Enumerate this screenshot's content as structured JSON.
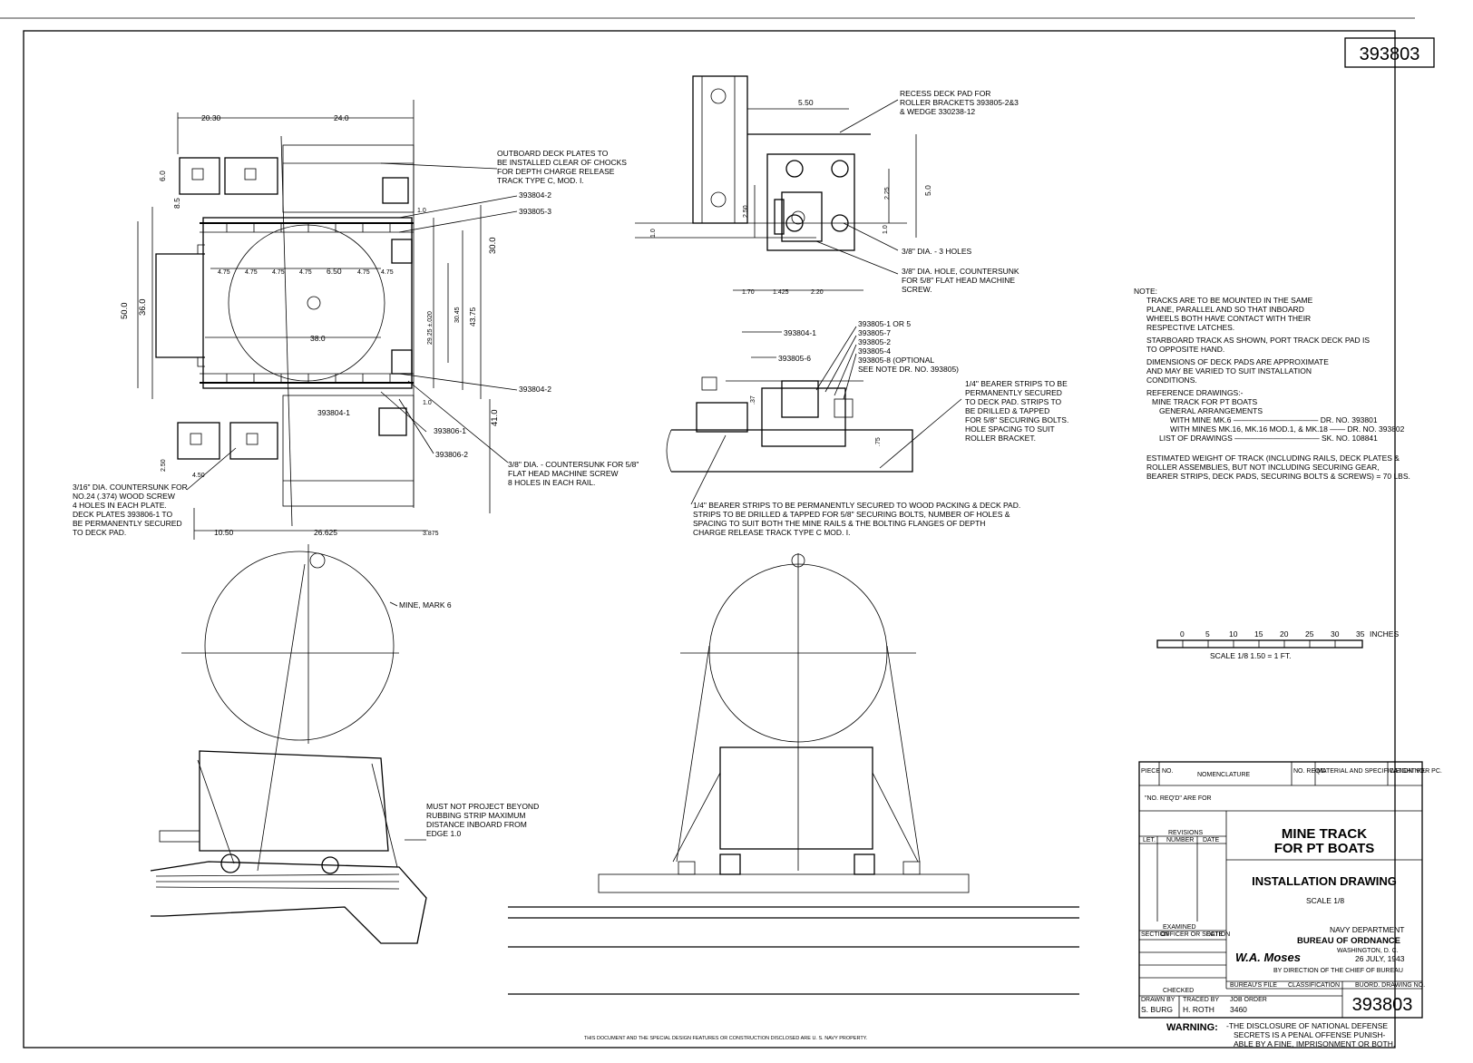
{
  "drawing_number": "393803",
  "plan_view": {
    "dims": {
      "d2030": "20.30",
      "d240": "24.0",
      "d60": "6.0",
      "d85": "8.5",
      "d10": "1.0",
      "d500": "50.0",
      "d360": "36.0",
      "d300": "30.0",
      "d2925": "29.25 ±.020",
      "d3045": "30.45",
      "d4375": "43.75",
      "d410": "41.0",
      "d380": "38.0",
      "d475": "4.75",
      "d650": "6.50",
      "d250": "2.50",
      "d450": "4.50",
      "d1050": "10.50",
      "d26625": "26.625",
      "d3875": "3.875"
    },
    "callouts": {
      "p1": "393804-2",
      "p2": "393805-3",
      "p3": "393804-2",
      "p4": "393804-1",
      "p5": "393806-1",
      "p6": "393806-2"
    },
    "notes": {
      "outboard": [
        "OUTBOARD DECK PLATES TO",
        "BE INSTALLED CLEAR OF CHOCKS",
        "FOR DEPTH CHARGE RELEASE",
        "TRACK TYPE C, MOD. I."
      ],
      "countersink_left": [
        "3/16\" DIA. COUNTERSUNK FOR",
        "NO.24 (.374) WOOD SCREW",
        "4 HOLES IN EACH PLATE.",
        "DECK PLATES 393806-1 TO",
        "BE PERMANENTLY SECURED",
        "TO DECK PAD."
      ],
      "countersink_mid": [
        "3/8\" DIA. - COUNTERSUNK FOR 5/8\"",
        "FLAT HEAD MACHINE SCREW",
        "8 HOLES IN EACH RAIL."
      ]
    }
  },
  "detail_top": {
    "recess": [
      "RECESS DECK PAD FOR",
      "ROLLER BRACKETS 393805-2&3",
      "& WEDGE 330238-12"
    ],
    "dims": {
      "d550": "5.50",
      "d50": "5.0",
      "d225": "2.25",
      "d250": "2.50",
      "d10a": "1.0",
      "d10b": "1.0",
      "d170": "1.70",
      "d1425": "1.425",
      "d220": "2.20"
    },
    "holes": "3/8\" DIA. - 3 HOLES",
    "countersunk": [
      "3/8\" DIA. HOLE, COUNTERSUNK",
      "FOR 5/8\" FLAT HEAD MACHINE",
      "SCREW."
    ]
  },
  "detail_section": {
    "labels": [
      "393804-1",
      "393805-6",
      "393805-1 OR 5",
      "393805-7",
      "393805-2",
      "393805-4",
      "393805-8 (OPTIONAL",
      "SEE NOTE DR. NO. 393805)"
    ],
    "bearer_right": [
      "1/4\" BEARER STRIPS TO BE",
      "PERMANENTLY SECURED",
      "TO DECK PAD. STRIPS TO",
      "BE DRILLED & TAPPED",
      "FOR 5/8\" SECURING BOLTS.",
      "HOLE SPACING TO SUIT",
      "ROLLER BRACKET."
    ],
    "bearer_bottom": [
      "1/4\" BEARER STRIPS TO BE PERMANENTLY SECURED TO WOOD PACKING & DECK PAD.",
      "STRIPS TO BE DRILLED & TAPPED FOR 5/8\" SECURING BOLTS, NUMBER OF HOLES &",
      "SPACING TO SUIT BOTH THE MINE RAILS & THE BOLTING FLANGES OF DEPTH",
      "CHARGE RELEASE TRACK TYPE C MOD. I."
    ],
    "dims": {
      "d37": ".37",
      "d75": ".75"
    }
  },
  "side_view": {
    "mine_label": "MINE, MARK 6",
    "note": [
      "MUST NOT PROJECT BEYOND",
      "RUBBING STRIP MAXIMUM",
      "DISTANCE INBOARD FROM",
      "EDGE 1.0"
    ]
  },
  "notes_block": {
    "heading": "NOTE:",
    "lines": [
      "TRACKS ARE TO BE MOUNTED IN THE SAME",
      "PLANE, PARALLEL AND SO THAT INBOARD",
      "WHEELS BOTH HAVE CONTACT WITH THEIR",
      "RESPECTIVE LATCHES.",
      "STARBOARD TRACK AS SHOWN, PORT TRACK DECK PAD IS",
      "TO OPPOSITE HAND.",
      "DIMENSIONS OF DECK PADS ARE APPROXIMATE",
      "AND MAY BE VARIED TO SUIT INSTALLATION",
      "CONDITIONS.",
      "REFERENCE DRAWINGS:-",
      "MINE TRACK FOR PT BOATS",
      "GENERAL ARRANGEMENTS",
      "WITH MINE MK.6 ——————————— DR. NO. 393801",
      "WITH MINES MK.16, MK.16 MOD.1, & MK.18 —— DR. NO. 393802",
      "LIST OF DRAWINGS ——————————— SK. NO. 108841",
      "ESTIMATED WEIGHT OF TRACK (INCLUDING RAILS, DECK PLATES &",
      "ROLLER ASSEMBLIES, BUT NOT INCLUDING SECURING GEAR,",
      "BEARER STRIPS, DECK PADS, SECURING BOLTS & SCREWS) = 70 LBS."
    ]
  },
  "scale_bar": {
    "ticks": [
      "0",
      "5",
      "10",
      "15",
      "20",
      "25",
      "30",
      "35"
    ],
    "unit": "INCHES",
    "label": "SCALE 1/8   1.50 = 1 FT."
  },
  "title_block": {
    "header": {
      "piece": "PIECE NO.",
      "nomenclature": "NOMENCLATURE",
      "no_reqd": "NO. REQ'D",
      "material": "MATERIAL AND SPECIFICATION NO.",
      "weight": "WEIGHT PER PC."
    },
    "reqd_note": "\"NO. REQ'D\" ARE FOR",
    "revisions": "REVISIONS",
    "rev_cols": {
      "let": "LET.",
      "number": "NUMBER",
      "date": "DATE"
    },
    "title_line1": "MINE TRACK",
    "title_line2": "FOR PT BOATS",
    "subtitle": "INSTALLATION DRAWING",
    "scale": "SCALE 1/8",
    "dept": "NAVY DEPARTMENT",
    "bureau": "BUREAU OF ORDNANCE",
    "city": "WASHINGTON, D. C.",
    "date": "26 JULY, 1943",
    "signature": "W.A. Moses",
    "by_direction": "BY DIRECTION OF THE CHIEF OF BUREAU",
    "examined": "EXAMINED",
    "exam_cols": {
      "section": "SECTION",
      "officer": "OFFICER OR SECTION",
      "date": "DATE"
    },
    "bureau_file": "BUREAU'S FILE",
    "classification": "CLASSIFICATION",
    "buord_no_label": "BUORD. DRAWING NO.",
    "buord_no": "393803",
    "checked": "CHECKED",
    "drawn_by_label": "DRAWN BY",
    "drawn_by": "S. BURG",
    "traced_by_label": "TRACED BY",
    "traced_by": "H. ROTH",
    "job_order_label": "JOB ORDER",
    "job_order": "3460"
  },
  "warning": {
    "label": "WARNING:",
    "text": [
      "-THE DISCLOSURE OF NATIONAL DEFENSE",
      "SECRETS IS A PENAL OFFENSE PUNISH-",
      "ABLE BY A FINE, IMPRISONMENT OR BOTH."
    ]
  },
  "footer": "THIS DOCUMENT AND THE SPECIAL DESIGN FEATURES OR CONSTRUCTION DISCLOSED ARE U. S. NAVY PROPERTY."
}
